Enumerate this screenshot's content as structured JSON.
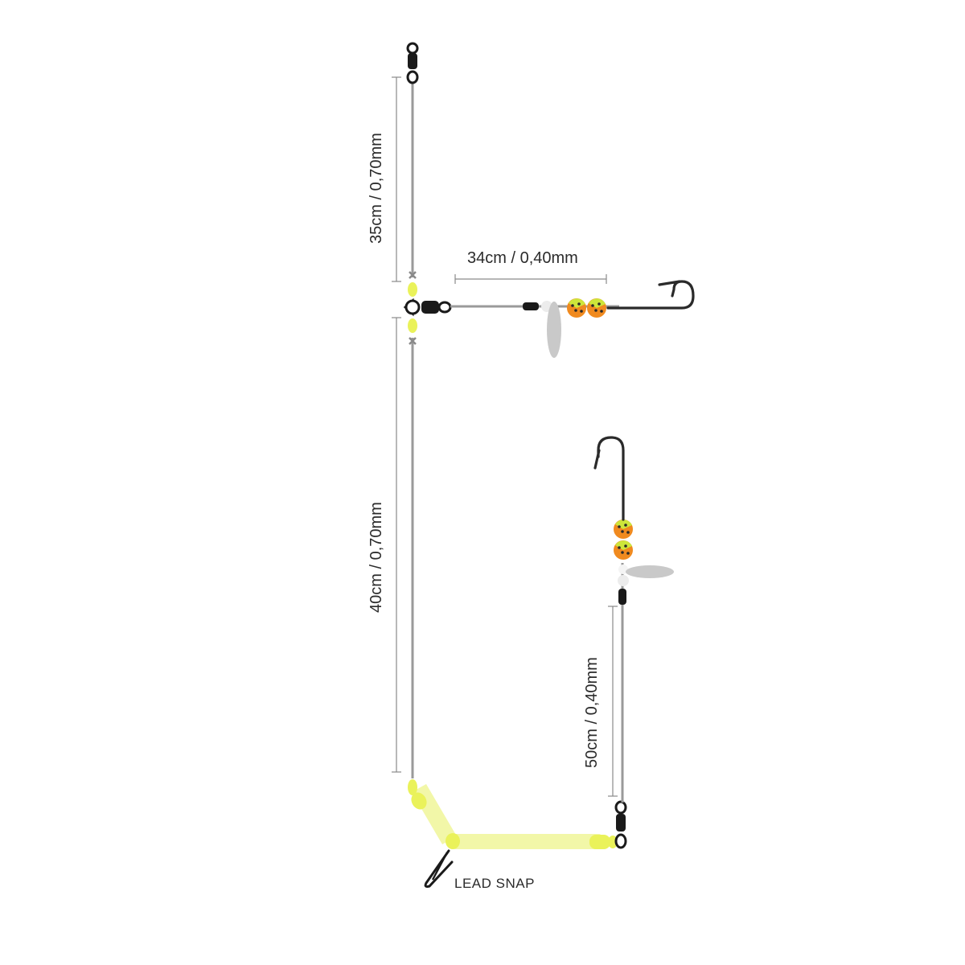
{
  "labels": {
    "main_upper": "35cm / 0,70mm",
    "dropper_upper": "34cm / 0,40mm",
    "main_lower": "40cm / 0,70mm",
    "dropper_lower": "50cm / 0,40mm",
    "lead_snap": "LEAD SNAP"
  },
  "colors": {
    "line": "#9a9a9a",
    "hardware": "#1a1a1a",
    "bead_yellow": "#eaf25a",
    "tube": "#f2f7a8",
    "attractor_orange": "#f08a1f",
    "attractor_green": "#cde63a",
    "spoon": "#c9c9c9"
  }
}
